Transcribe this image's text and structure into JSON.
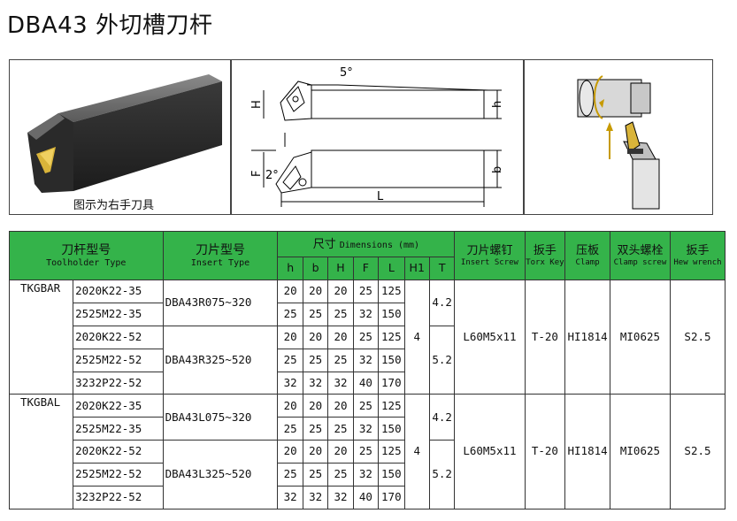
{
  "title": "DBA43 外切槽刀杆",
  "figure": {
    "caption": "图示为右手刀具",
    "labels": {
      "angle1": "5°",
      "angle2": "2°",
      "H": "H",
      "h": "h",
      "F": "F",
      "b": "b",
      "L": "L"
    }
  },
  "table": {
    "headers": {
      "toolholder": {
        "cn": "刀杆型号",
        "en": "Toolholder Type"
      },
      "insert": {
        "cn": "刀片型号",
        "en": "Insert Type"
      },
      "dimensions": {
        "cn": "尺寸",
        "en": "Dimensions (mm)"
      },
      "dim_cols": [
        "h",
        "b",
        "H",
        "F",
        "L",
        "H1",
        "T"
      ],
      "screw": {
        "cn": "刀片螺钉",
        "en": "Insert Screw"
      },
      "torx": {
        "cn": "扳手",
        "en": "Torx Key"
      },
      "clamp": {
        "cn": "压板",
        "en": "Clamp"
      },
      "clamp_screw": {
        "cn": "双头螺栓",
        "en": "Clamp screw"
      },
      "hew": {
        "cn": "扳手",
        "en": "Hew wrench"
      }
    },
    "groups": [
      {
        "type": "TKGBAR",
        "H1": "4",
        "screw": "L60M5x11",
        "torx": "T-20",
        "clamp": "HI1814",
        "clamp_screw": "MI0625",
        "hew": "S2.5",
        "sub": [
          {
            "insert": "DBA43R075~320",
            "T": "4.2",
            "rows": [
              {
                "model": "2020K22-35",
                "h": "20",
                "b": "20",
                "H": "20",
                "F": "25",
                "L": "125"
              },
              {
                "model": "2525M22-35",
                "h": "25",
                "b": "25",
                "H": "25",
                "F": "32",
                "L": "150"
              }
            ]
          },
          {
            "insert": "DBA43R325~520",
            "T": "5.2",
            "rows": [
              {
                "model": "2020K22-52",
                "h": "20",
                "b": "20",
                "H": "20",
                "F": "25",
                "L": "125"
              },
              {
                "model": "2525M22-52",
                "h": "25",
                "b": "25",
                "H": "25",
                "F": "32",
                "L": "150"
              },
              {
                "model": "3232P22-52",
                "h": "32",
                "b": "32",
                "H": "32",
                "F": "40",
                "L": "170"
              }
            ]
          }
        ]
      },
      {
        "type": "TKGBAL",
        "H1": "4",
        "screw": "L60M5x11",
        "torx": "T-20",
        "clamp": "HI1814",
        "clamp_screw": "MI0625",
        "hew": "S2.5",
        "sub": [
          {
            "insert": "DBA43L075~320",
            "T": "4.2",
            "rows": [
              {
                "model": "2020K22-35",
                "h": "20",
                "b": "20",
                "H": "20",
                "F": "25",
                "L": "125"
              },
              {
                "model": "2525M22-35",
                "h": "25",
                "b": "25",
                "H": "25",
                "F": "32",
                "L": "150"
              }
            ]
          },
          {
            "insert": "DBA43L325~520",
            "T": "5.2",
            "rows": [
              {
                "model": "2020K22-52",
                "h": "20",
                "b": "20",
                "H": "20",
                "F": "25",
                "L": "125"
              },
              {
                "model": "2525M22-52",
                "h": "25",
                "b": "25",
                "H": "25",
                "F": "32",
                "L": "150"
              },
              {
                "model": "3232P22-52",
                "h": "32",
                "b": "32",
                "H": "32",
                "F": "40",
                "L": "170"
              }
            ]
          }
        ]
      }
    ]
  }
}
